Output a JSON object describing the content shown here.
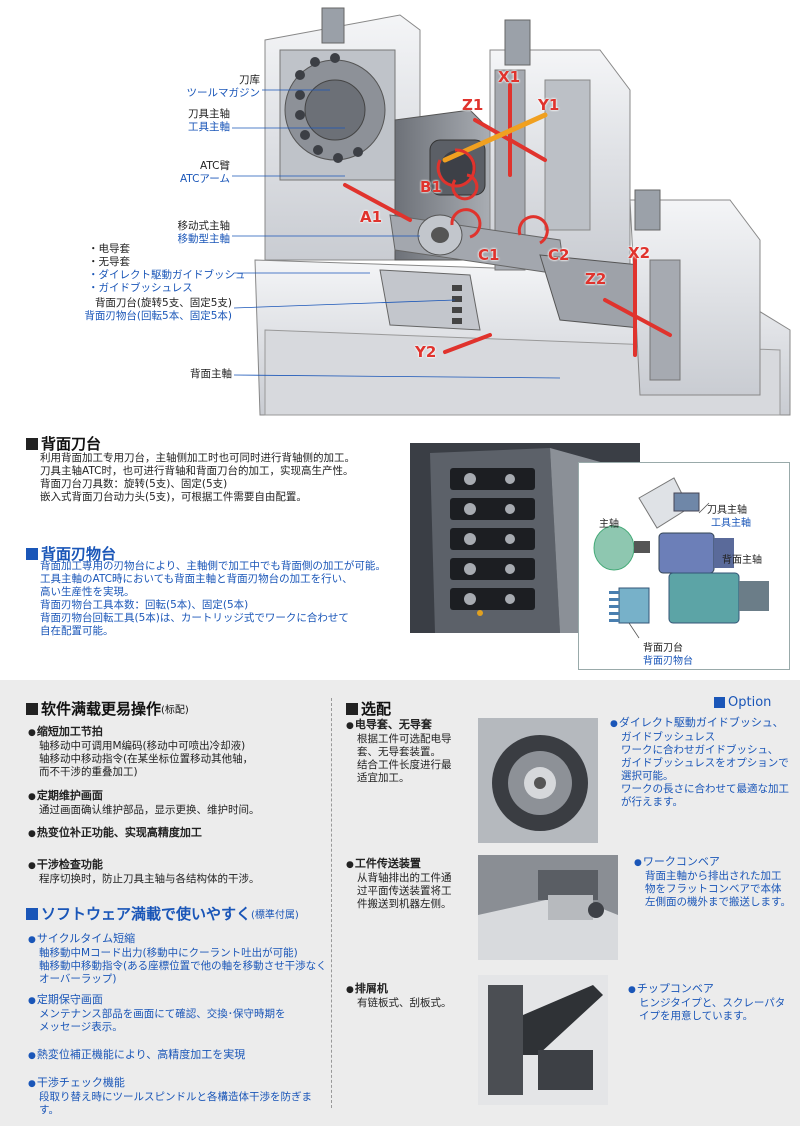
{
  "diagram": {
    "callouts": [
      {
        "zh": "刀库",
        "jp": "ツールマガジン"
      },
      {
        "zh": "刀具主轴",
        "jp": "工具主軸"
      },
      {
        "zh": "ATC臂",
        "jp": "ATCアーム"
      },
      {
        "zh": "移动式主轴",
        "jp": "移動型主軸"
      }
    ],
    "bushing_list": [
      "・电导套",
      "・无导套",
      "・ダイレクト駆動ガイドブッシュ",
      "・ガイドブッシュレス"
    ],
    "back_tool_post": {
      "zh": "背面刀台(旋转5支、固定5支)",
      "jp": "背面刃物台(回転5本、固定5本)"
    },
    "back_spindle": "背面主軸",
    "axes": [
      "X1",
      "Y1",
      "Z1",
      "B1",
      "A1",
      "C1",
      "C2",
      "X2",
      "Z2",
      "Y2"
    ]
  },
  "back_tool_post_section": {
    "title_zh": "背面刀台",
    "lines_zh": [
      "利用背面加工专用刀台，主轴侧加工时也可同时进行背轴侧的加工。",
      "刀具主轴ATC时，也可进行背轴和背面刀台的加工，实现高生产性。",
      "背面刀台刀具数：旋转(5支)、固定(5支)",
      "嵌入式背面刀台动力头(5支)，可根据工件需要自由配置。"
    ],
    "title_jp": "背面刃物台",
    "lines_jp": [
      "背面加工専用の刃物台により、主軸側で加工中でも背面側の加工が可能。",
      "工具主軸のATC時においても背面主軸と背面刃物台の加工を行い、",
      "高い生産性を実現。",
      "背面刃物台工具本数：回転(5本)、固定(5本)",
      "背面刃物台回転工具(5本)は、カートリッジ式でワークに合わせて",
      "自在配置可能。"
    ]
  },
  "inset_diagram": {
    "main_spindle": "主轴",
    "tool_spindle_zh": "刀具主轴",
    "tool_spindle_jp": "工具主軸",
    "back_spindle_zh": "背面主轴",
    "back_tool_post_zh": "背面刀台",
    "back_tool_post_jp": "背面刃物台"
  },
  "software_section": {
    "title_zh": "软件满载更易操作",
    "title_zh_note": "(标配)",
    "items_zh": [
      {
        "h": "缩短加工节拍",
        "b": [
          "轴移动中可调用M编码(移动中可喷出冷却液)",
          "轴移动中移动指令(在某坐标位置移动其他轴，",
          "而不干涉的重叠加工)"
        ]
      },
      {
        "h": "定期维护画面",
        "b": [
          "通过画面确认维护部品，显示更换、维护时间。"
        ]
      },
      {
        "h": "热变位补正功能、实现高精度加工",
        "b": []
      },
      {
        "h": "干涉检查功能",
        "b": [
          "程序切换时，防止刀具主轴与各结构体的干涉。"
        ]
      }
    ],
    "title_jp": "ソフトウェア満載で使いやすく",
    "title_jp_note": "(標準付属)",
    "items_jp": [
      {
        "h": "サイクルタイム短縮",
        "b": [
          "軸移動中Mコード出力(移動中にクーラント吐出が可能)",
          "軸移動中移動指令(ある座標位置で他の軸を移動させ干渉なく",
          "オーバーラップ)"
        ]
      },
      {
        "h": "定期保守画面",
        "b": [
          "メンテナンス部品を画面にて確認、交換･保守時期を",
          "メッセージ表示。"
        ]
      },
      {
        "h": "熱変位補正機能により、高精度加工を実現",
        "b": []
      },
      {
        "h": "干渉チェック機能",
        "b": [
          "段取り替え時にツールスピンドルと各構造体干渉を防ぎます。"
        ]
      }
    ]
  },
  "options_section": {
    "title_zh": "选配",
    "title_jp": "Option",
    "items": [
      {
        "h": "电导套、无导套",
        "b": [
          "根据工件可选配电导",
          "套、无导套装置。",
          "结合工件长度进行最",
          "适宜加工。"
        ],
        "jp": [
          "ダイレクト駆動ガイドブッシュ、",
          "ガイドブッシュレス",
          "ワークに合わせガイドブッシュ、",
          "ガイドブッシュレスをオプションで",
          "選択可能。",
          "ワークの長さに合わせて最適な加工",
          "が行えます。"
        ]
      },
      {
        "h": "工件传送装置",
        "b": [
          "从背轴排出的工件通",
          "过平面传送装置将工",
          "件搬送到机器左侧。"
        ],
        "jp": [
          "ワークコンベア",
          "背面主軸から排出された加工",
          "物をフラットコンベアで本体",
          "左側面の機外まで搬送します。"
        ]
      },
      {
        "h": "排屑机",
        "b": [
          "有链板式、刮板式。"
        ],
        "jp": [
          "チップコンベア",
          "ヒンジタイプと、スクレーパタ",
          "イプを用意しています。"
        ]
      }
    ]
  },
  "colors": {
    "accent_blue": "#1a56b8",
    "axis_red": "#e0332d",
    "axis_orange": "#f0a020",
    "panel_gray": "#ececec"
  }
}
